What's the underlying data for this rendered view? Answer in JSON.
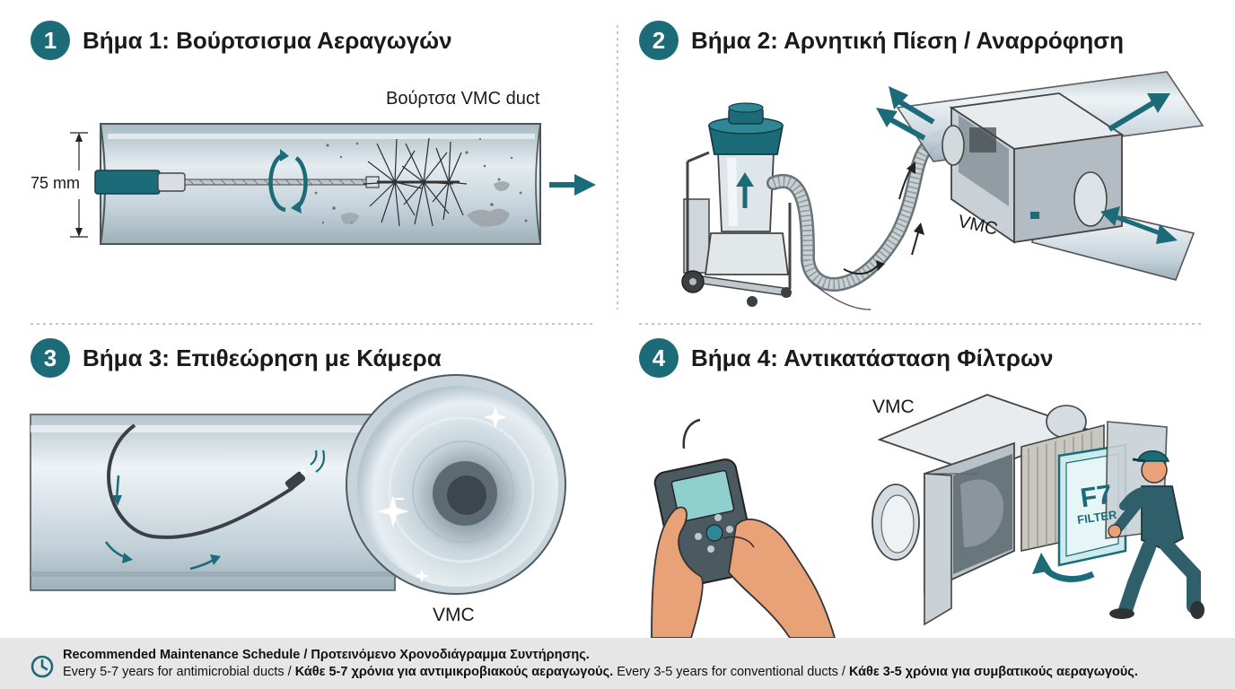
{
  "steps": [
    {
      "number": "1",
      "title": "Βήμα 1: Βούρτσισμα Αεραγωγών"
    },
    {
      "number": "2",
      "title": "Βήμα 2: Αρνητική Πίεση / Αναρρόφηση"
    },
    {
      "number": "3",
      "title": "Βήμα 3: Επιθεώρηση με Κάμερα"
    },
    {
      "number": "4",
      "title": "Βήμα 4: Αντικατάσταση Φίλτρων"
    }
  ],
  "labels": {
    "brush": "Βούρτσα VMC duct",
    "diameter": "75 mm",
    "vmc_step2": "VMC",
    "vmc_step3": "VMC",
    "vmc_step4": "VMC",
    "filter_grade": "F7",
    "filter_word": "FILTER"
  },
  "footer": {
    "icon": "clock-icon",
    "title": "Recommended Maintenance Schedule / Προτεινόμενο Χρονοδιάγραμμα Συντήρησης.",
    "line2_a": "Every 5-7 years for antimicrobial ducts / ",
    "line2_b": "Κάθε 5-7 χρόνια για αντιμικροβιακούς αεραγωγούς.",
    "line2_c": " Every 3-5 years for conventional ducts / ",
    "line2_d": "Κάθε 3-5 χρόνια για συμβατικούς αεραγωγούς."
  },
  "colors": {
    "accent": "#1b6b79",
    "duct_steel": "#c9d6dd",
    "footer_bg": "#e6e6e6"
  }
}
